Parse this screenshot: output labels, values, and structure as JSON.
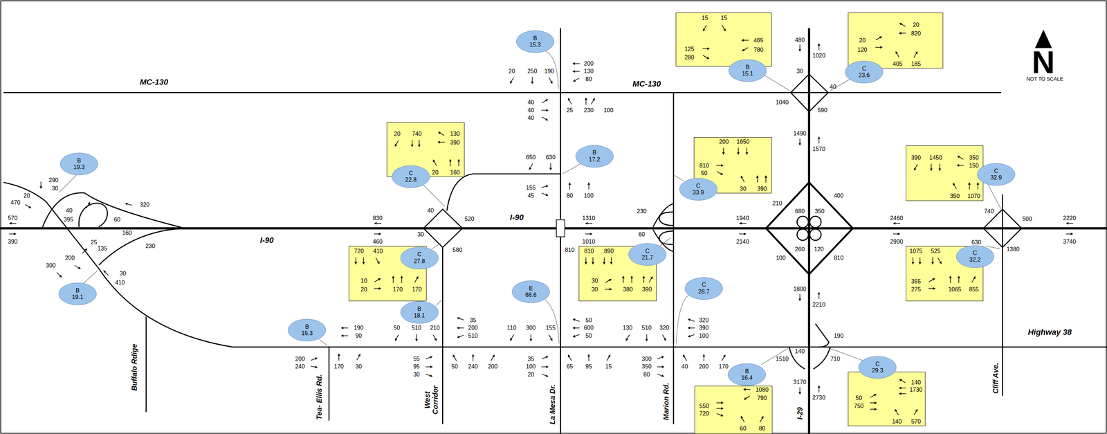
{
  "diagram": {
    "nodes": [
      {
        "text": [
          "15",
          "15",
          "465",
          "780",
          "125",
          "280"
        ]
      },
      {
        "text": [
          "20",
          "820",
          "20",
          "120",
          "405",
          "185"
        ]
      },
      {
        "text": [
          "B",
          "15.3"
        ]
      },
      {
        "text": [
          "B",
          "15.1"
        ]
      },
      {
        "text": [
          "C",
          "23.6"
        ]
      },
      {
        "text": [
          "20",
          "740",
          "130",
          "390",
          "20",
          "160"
        ]
      },
      {
        "text": [
          "200",
          "1650",
          "810",
          "50",
          "30",
          "390"
        ]
      },
      {
        "text": [
          "390",
          "1450",
          "350",
          "150",
          "350",
          "1070"
        ]
      },
      {
        "text": [
          "B",
          "17.2"
        ]
      },
      {
        "text": [
          "B",
          "19.3"
        ]
      },
      {
        "text": [
          "C",
          "32.9"
        ]
      },
      {
        "text": [
          "C",
          "22.8"
        ]
      },
      {
        "text": [
          "C",
          "33.9"
        ]
      },
      {
        "text": [
          "720",
          "410",
          "10",
          "20",
          "170",
          "170"
        ]
      },
      {
        "text": [
          "810",
          "890",
          "30",
          "30",
          "380",
          "390"
        ]
      },
      {
        "text": [
          "1075",
          "525",
          "355",
          "275",
          "1065",
          "855"
        ]
      },
      {
        "text": [
          "C",
          "21.7"
        ]
      },
      {
        "text": [
          "C",
          "32.2"
        ]
      },
      {
        "text": [
          "C",
          "27.8"
        ]
      },
      {
        "text": [
          "E",
          "68.6"
        ]
      },
      {
        "text": [
          "C",
          "28.7"
        ]
      },
      {
        "text": [
          "B",
          "19.1"
        ]
      },
      {
        "text": [
          "B",
          "18.1"
        ]
      },
      {
        "text": [
          "B",
          "15.3"
        ]
      },
      {
        "text": [
          "140",
          "1730",
          "50",
          "750",
          "140",
          "570"
        ]
      },
      {
        "text": [
          "C",
          "29.3"
        ]
      },
      {
        "text": [
          "B",
          "16.4"
        ]
      },
      {
        "text": [
          "1080",
          "790",
          "550",
          "720",
          "60",
          "80"
        ]
      }
    ],
    "labels": [
      "MC-130",
      "MC-130",
      "I-90",
      "I-90",
      "Highway 38",
      "Buffalo Rdige",
      "Tea- Ellis Rd.",
      "West Corridor",
      "La Mesa Dr.",
      "Marion Rd.",
      "I-29",
      "Cliff Ave.",
      "N",
      "NOT TO SCALE",
      "20",
      "250",
      "190",
      "200",
      "130",
      "80",
      "40",
      "40",
      "40",
      "25",
      "230",
      "100",
      "650",
      "630",
      "155",
      "45",
      "80",
      "100",
      "570",
      "390",
      "830",
      "460",
      "1310",
      "1010",
      "810",
      "1940",
      "2140",
      "2460",
      "2990",
      "2220",
      "3740",
      "290",
      "30",
      "20",
      "470",
      "40",
      "395",
      "60",
      "320",
      "160",
      "230",
      "25",
      "135",
      "200",
      "300",
      "30",
      "410",
      "40",
      "520",
      "30",
      "580",
      "230",
      "60",
      "210",
      "400",
      "680",
      "350",
      "260",
      "120",
      "100",
      "810",
      "480",
      "1020",
      "30",
      "40",
      "1040",
      "590",
      "1490",
      "1570",
      "1800",
      "2210",
      "190",
      "140",
      "1510",
      "710",
      "3170",
      "2730",
      "740",
      "500",
      "630",
      "1380",
      "190",
      "90",
      "200",
      "240",
      "170",
      "30",
      "50",
      "510",
      "210",
      "35",
      "200",
      "510",
      "55",
      "95",
      "30",
      "50",
      "240",
      "200",
      "110",
      "300",
      "155",
      "50",
      "600",
      "50",
      "35",
      "100",
      "20",
      "65",
      "95",
      "15",
      "130",
      "510",
      "320",
      "320",
      "390",
      "100",
      "300",
      "350",
      "80",
      "40",
      "200",
      "170"
    ]
  }
}
